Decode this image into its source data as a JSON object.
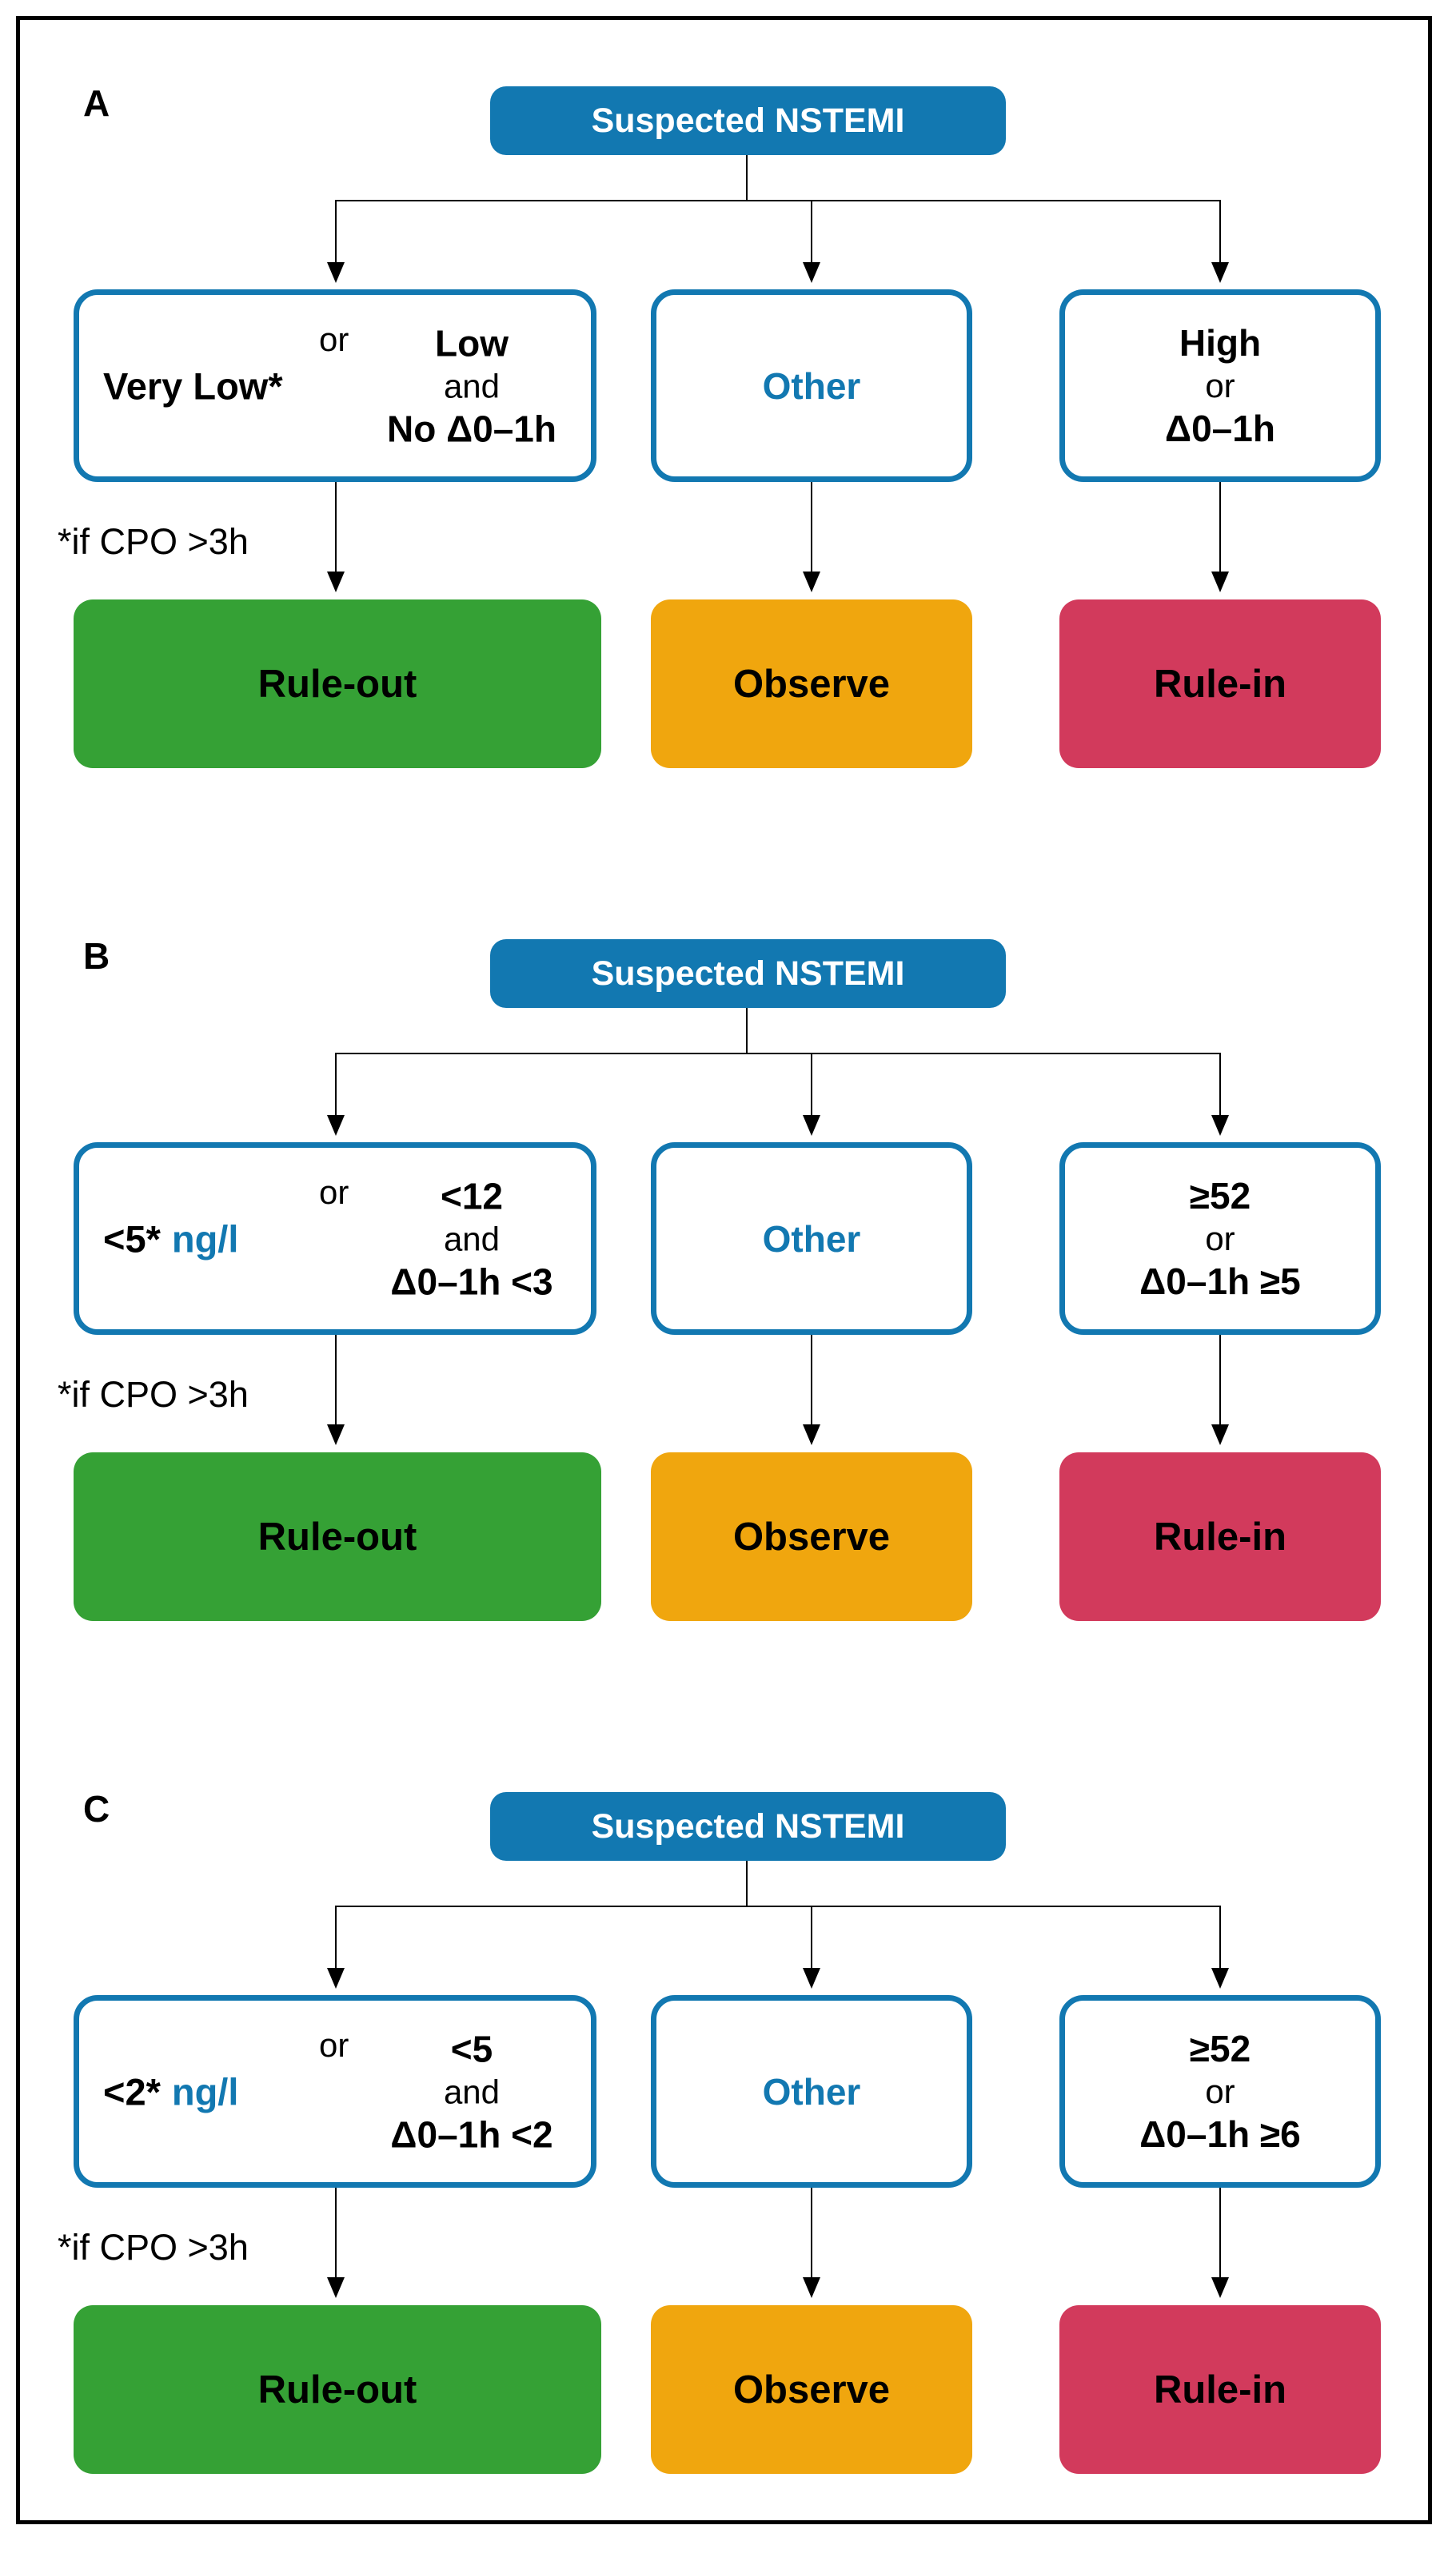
{
  "figure": {
    "colors": {
      "header_blue": "#1278b1",
      "outline_blue": "#1278b1",
      "rule_out_green": "#35a135",
      "observe_orange": "#f0a60e",
      "rule_in_red": "#d23a5c",
      "line_black": "#000000"
    },
    "panels": [
      {
        "label": "A",
        "title": "Suspected NSTEMI",
        "left_box": {
          "value": "Very Low*",
          "unit": "",
          "or": "or",
          "alt": [
            "Low",
            "and",
            "No Δ0–1h"
          ]
        },
        "middle_box": {
          "label": "Other"
        },
        "right_box": {
          "lines": [
            "High",
            "or",
            "Δ0–1h"
          ]
        },
        "footnote": "*if CPO >3h",
        "outcomes": [
          {
            "label": "Rule-out"
          },
          {
            "label": "Observe"
          },
          {
            "label": "Rule-in"
          }
        ]
      },
      {
        "label": "B",
        "title": "Suspected NSTEMI",
        "left_box": {
          "value": "<5*",
          "unit": "ng/l",
          "or": "or",
          "alt": [
            "<12",
            "and",
            "Δ0–1h <3"
          ]
        },
        "middle_box": {
          "label": "Other"
        },
        "right_box": {
          "lines": [
            "≥52",
            "or",
            "Δ0–1h ≥5"
          ]
        },
        "footnote": "*if CPO >3h",
        "outcomes": [
          {
            "label": "Rule-out"
          },
          {
            "label": "Observe"
          },
          {
            "label": "Rule-in"
          }
        ]
      },
      {
        "label": "C",
        "title": "Suspected NSTEMI",
        "left_box": {
          "value": "<2*",
          "unit": "ng/l",
          "or": "or",
          "alt": [
            "<5",
            "and",
            "Δ0–1h <2"
          ]
        },
        "middle_box": {
          "label": "Other"
        },
        "right_box": {
          "lines": [
            "≥52",
            "or",
            "Δ0–1h ≥6"
          ]
        },
        "footnote": "*if CPO >3h",
        "outcomes": [
          {
            "label": "Rule-out"
          },
          {
            "label": "Observe"
          },
          {
            "label": "Rule-in"
          }
        ]
      }
    ]
  }
}
